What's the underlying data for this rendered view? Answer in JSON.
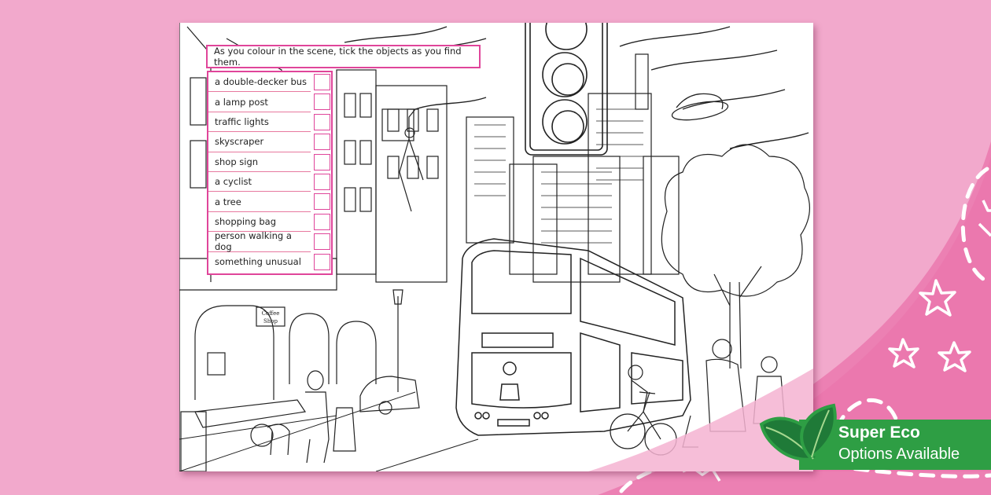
{
  "page": {
    "background_color": "#f2a9cc",
    "accent_color": "#e0459a"
  },
  "worksheet": {
    "instruction": "As you colour in the scene, tick the objects as you find them.",
    "checklist": [
      {
        "label": "a double-decker bus",
        "checked": false
      },
      {
        "label": "a lamp post",
        "checked": false
      },
      {
        "label": "traffic lights",
        "checked": false
      },
      {
        "label": "skyscraper",
        "checked": false
      },
      {
        "label": "shop sign",
        "checked": false
      },
      {
        "label": "a cyclist",
        "checked": false
      },
      {
        "label": "a tree",
        "checked": false
      },
      {
        "label": "shopping bag",
        "checked": false
      },
      {
        "label": "person walking a dog",
        "checked": false
      },
      {
        "label": "something unusual",
        "checked": false
      }
    ],
    "scene": {
      "shop_sign_text": [
        "Coffee",
        "Shop"
      ]
    }
  },
  "eco_badge": {
    "title": "Super Eco",
    "subtitle": "Options Available",
    "color": "#2e9e44"
  }
}
